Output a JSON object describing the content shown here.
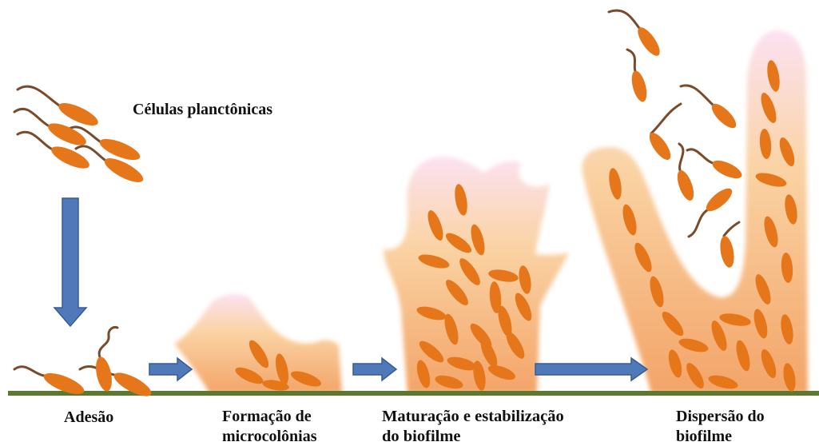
{
  "diagram": {
    "planktonic_label": "Células planctônicas",
    "stages": [
      {
        "lines": [
          "Adesão"
        ]
      },
      {
        "lines": [
          "Formação de",
          "microcolônias"
        ]
      },
      {
        "lines": [
          "Maturação e estabilização",
          "do biofilme"
        ]
      },
      {
        "lines": [
          "Dispersão do",
          "biofilme"
        ]
      }
    ]
  },
  "colors": {
    "cell": "#e5761a",
    "flagellum": "#7a4b2b",
    "arrow": "#4f79b8",
    "arrow_stroke": "#355c96",
    "ground": "#5b7a2e",
    "biofilm_top": "#fbe2f2",
    "biofilm_mid": "#fad3a4",
    "biofilm_bottom": "#f3a468"
  },
  "icons": {
    "flow_arrows": "arrow-icon",
    "cells": "bacterium-icon"
  }
}
